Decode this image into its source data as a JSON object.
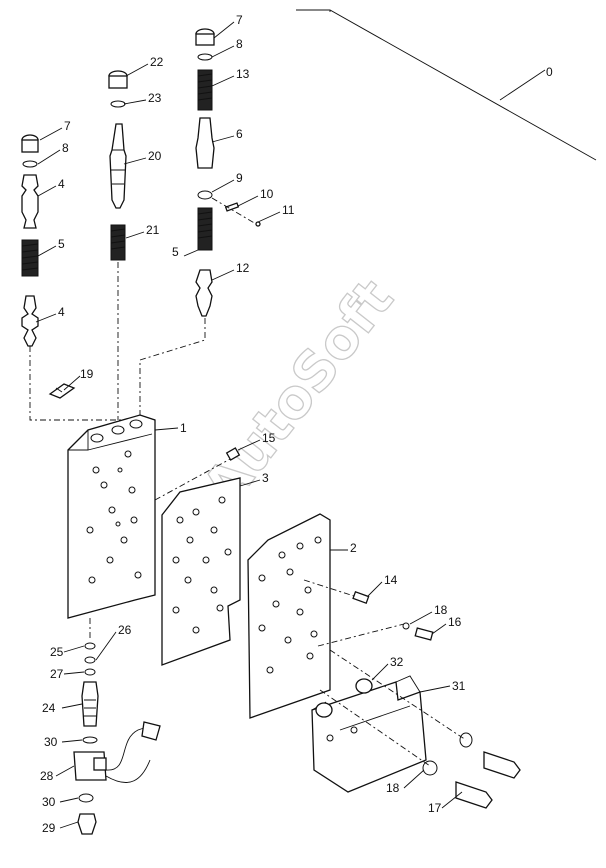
{
  "watermark": "AutoSoft",
  "labels": {
    "l0": "0",
    "l1": "1",
    "l2": "2",
    "l3": "3",
    "l4a": "4",
    "l4b": "4",
    "l5a": "5",
    "l5b": "5",
    "l6": "6",
    "l7a": "7",
    "l7b": "7",
    "l8a": "8",
    "l8b": "8",
    "l9": "9",
    "l10": "10",
    "l11": "11",
    "l12": "12",
    "l13": "13",
    "l14": "14",
    "l15": "15",
    "l16": "16",
    "l17": "17",
    "l18a": "18",
    "l18b": "18",
    "l19": "19",
    "l20": "20",
    "l21": "21",
    "l22": "22",
    "l23": "23",
    "l24": "24",
    "l25": "25",
    "l26": "26",
    "l27": "27",
    "l28": "28",
    "l29": "29",
    "l30a": "30",
    "l30b": "30",
    "l31": "31",
    "l32": "32"
  }
}
